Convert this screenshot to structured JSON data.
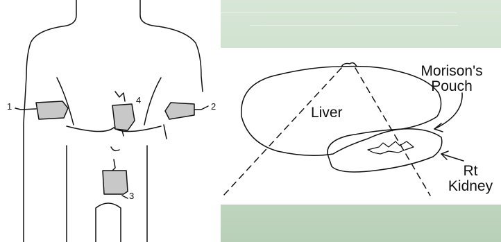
{
  "probe_labels": [
    "1",
    "2",
    "3",
    "4"
  ],
  "cross_section": {
    "organ": "Liver",
    "pouch_line1": "Morison's",
    "pouch_line2": "Pouch",
    "kidney_line1": "Rt",
    "kidney_line2": "Kidney"
  },
  "colors": {
    "slide_background": "#cfe0cf",
    "probe_fill": "#c8c8c8",
    "ink": "#111111"
  }
}
